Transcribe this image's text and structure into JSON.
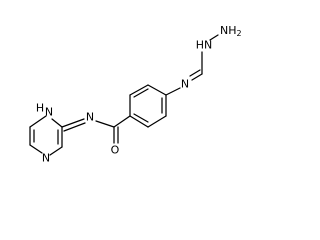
{
  "molecule": {
    "atoms": {
      "nh_ring": "H",
      "nh_ring_n": "N",
      "n_ring": "N",
      "n_amide": "N",
      "o_carbonyl": "O",
      "n_imine": "N",
      "n_hydrazine": "HN",
      "nh2": "NH",
      "nh2_sub": "2"
    }
  }
}
